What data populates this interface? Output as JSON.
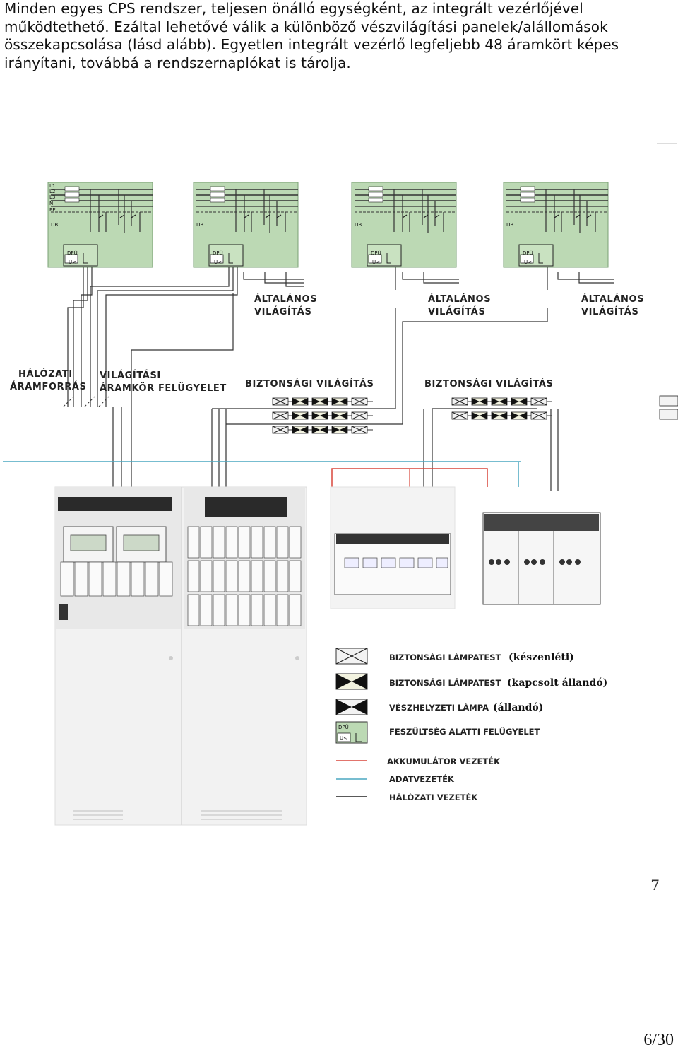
{
  "intro": {
    "lines": [
      "Minden egyes CPS rendszer, teljesen önálló egységként, az integrált vezérlőjével",
      "működtethető. Ezáltal lehetővé válik a különböző vészvilágítási panelek/alállomások",
      "összekapcsolása (lásd alább). Egyetlen integrált vezérlő legfeljebb 48 áramkört képes",
      "irányítani, továbbá a rendszernaplókat is tárolja."
    ]
  },
  "diagram": {
    "panel_labels": {
      "db": "DB",
      "dpu": "DPÜ",
      "uk": "U<",
      "phases": [
        "L1",
        "L2",
        "L3",
        "N",
        "PE"
      ]
    },
    "labels": {
      "general_lighting": [
        "ÁLTALÁNOS",
        "VILÁGÍTÁS"
      ],
      "mains_source": [
        "HÁLÓZATI",
        "ÁRAMFORRÁS"
      ],
      "circuit_monitor": [
        "VILÁGÍTÁSI",
        "ÁRAMKÖR FELÜGYELET"
      ],
      "safety_lighting": "BIZTONSÁGI VILÁGÍTÁS"
    },
    "legend": [
      {
        "name": "BIZTONSÁGI LÁMPATEST",
        "detail": "(készenléti)"
      },
      {
        "name": "BIZTONSÁGI LÁMPATEST",
        "detail": "(kapcsolt állandó)"
      },
      {
        "name": "VÉSZHELYZETI LÁMPA",
        "detail": "(állandó)"
      },
      {
        "name": "FESZÜLTSÉG ALATTI FELÜGYELET",
        "detail": ""
      },
      {
        "name": "AKKUMULÁTOR VEZETÉK",
        "detail": ""
      },
      {
        "name": "ADATVEZETÉK",
        "detail": ""
      },
      {
        "name": "HÁLÓZATI VEZETÉK",
        "detail": ""
      }
    ],
    "colors": {
      "panel_green": "#bcd9b4",
      "battery_line": "#d9473b",
      "data_line": "#4aa7c0",
      "mains_line": "#222222"
    }
  },
  "inner_page_number": "7",
  "page_number": "6/30"
}
